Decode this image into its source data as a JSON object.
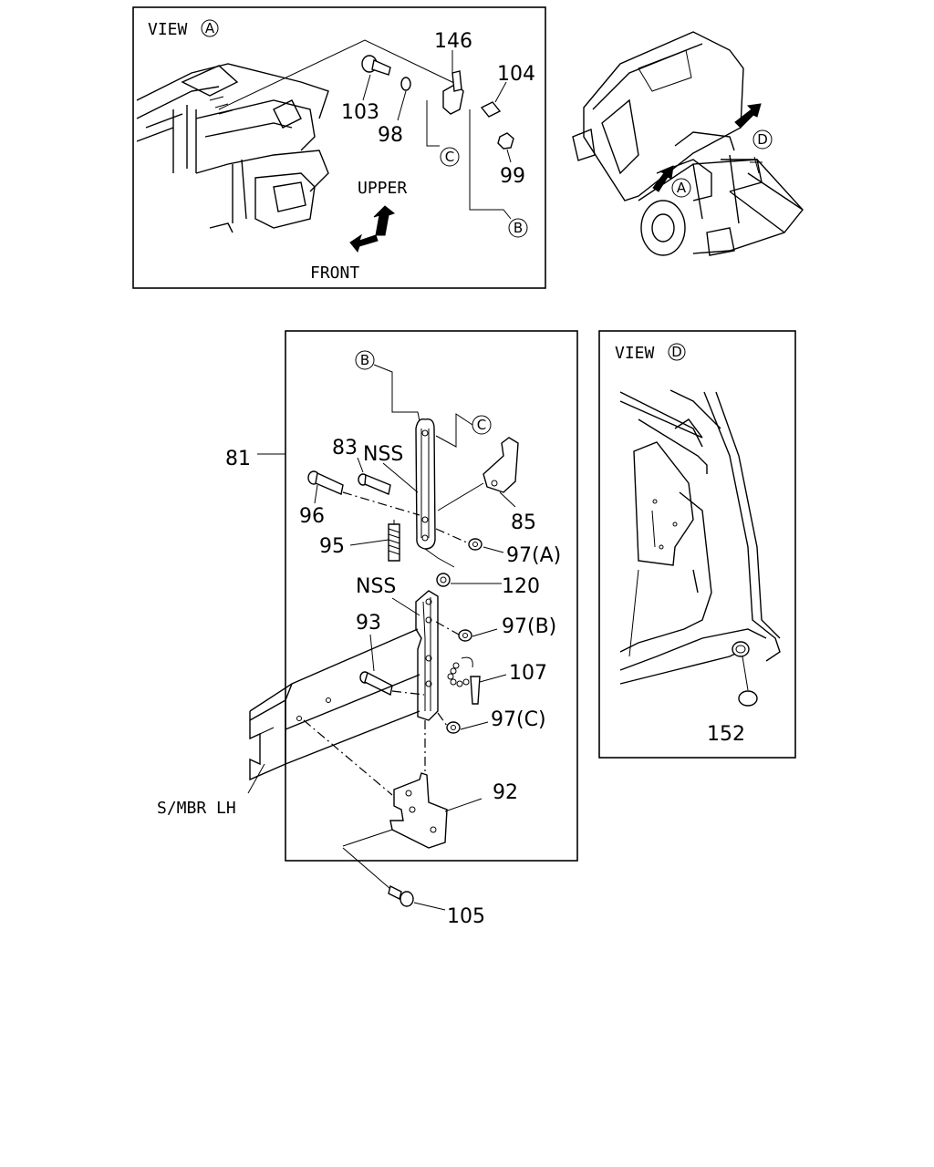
{
  "views": {
    "view_a": {
      "title": "VIEW",
      "marker": "A"
    },
    "view_d": {
      "title": "VIEW",
      "marker": "D"
    }
  },
  "directions": {
    "upper": "UPPER",
    "front": "FRONT"
  },
  "markers": {
    "a": "A",
    "b": "B",
    "c": "C",
    "d": "D"
  },
  "callouts": {
    "p146": "146",
    "p104": "104",
    "p103": "103",
    "p98": "98",
    "p99": "99",
    "p81": "81",
    "p83": "83",
    "nss1": "NSS",
    "p96": "96",
    "p95": "95",
    "p85": "85",
    "p97a": "97(A)",
    "p120": "120",
    "nss2": "NSS",
    "p93": "93",
    "p97b": "97(B)",
    "p107": "107",
    "p97c": "97(C)",
    "p92": "92",
    "p105": "105",
    "p152": "152",
    "smbr": "S/MBR LH"
  }
}
